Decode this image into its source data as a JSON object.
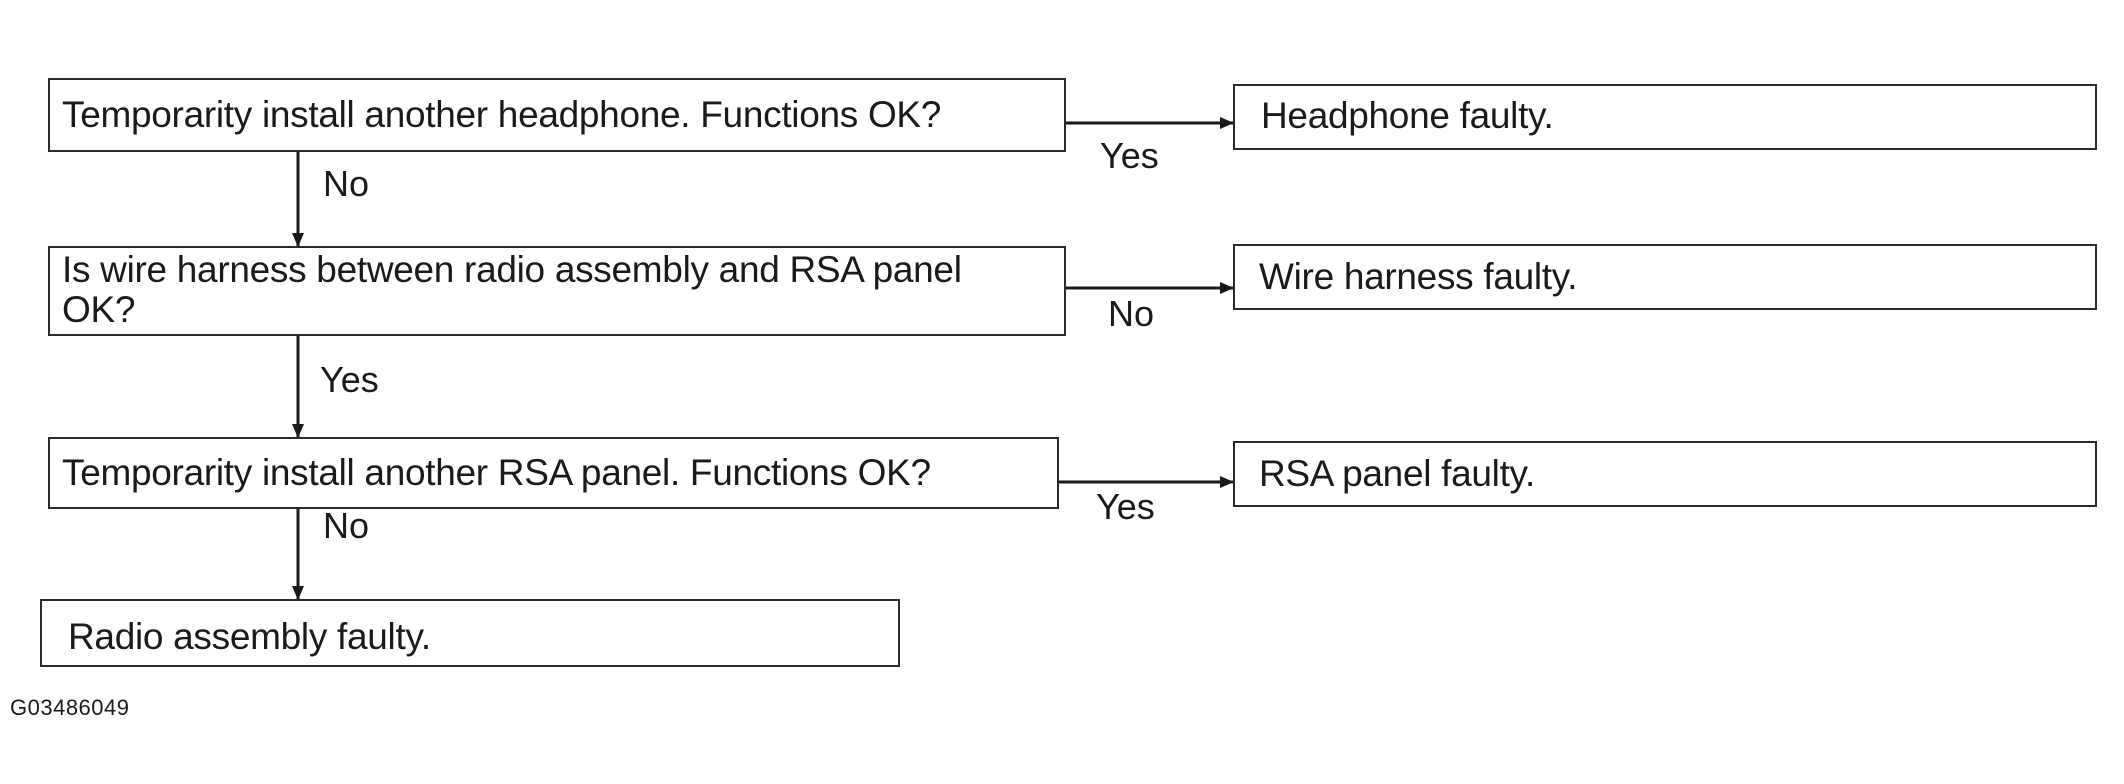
{
  "flowchart": {
    "steps": [
      {
        "text": "Temporarity install another headphone. Functions OK?"
      },
      {
        "text": "Is wire harness between radio assembly and RSA panel OK?"
      },
      {
        "text": "Temporarity install another RSA panel. Functions OK?"
      },
      {
        "text": "Radio assembly faulty."
      }
    ],
    "outcomes": [
      {
        "text": "Headphone faulty."
      },
      {
        "text": "Wire harness faulty."
      },
      {
        "text": "RSA panel faulty."
      }
    ],
    "branch_labels": {
      "step1_down": "No",
      "step1_right": "Yes",
      "step2_down": "Yes",
      "step2_right": "No",
      "step3_down": "No",
      "step3_right": "Yes"
    }
  },
  "figure_code": "G03486049"
}
